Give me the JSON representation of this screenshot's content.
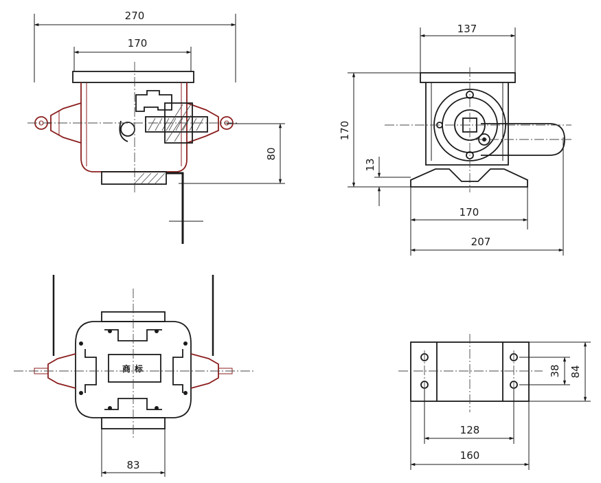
{
  "colors": {
    "line": "#1a1a1a",
    "outline_accent": "#8b1d1d",
    "background": "#ffffff"
  },
  "front_view": {
    "dim_overall_width": "270",
    "dim_flange_width": "170",
    "dim_shaft_height": "80"
  },
  "side_view": {
    "dim_top_width": "137",
    "dim_height": "170",
    "dim_base_thickness": "13",
    "dim_base_holes": "170",
    "dim_base_width": "207"
  },
  "top_view": {
    "dim_flange_width": "83",
    "nameplate_text": "商标"
  },
  "base_view": {
    "dim_hole_spacing_y": "38",
    "dim_base_depth": "84",
    "dim_hole_spacing_x": "128",
    "dim_base_length": "160"
  }
}
